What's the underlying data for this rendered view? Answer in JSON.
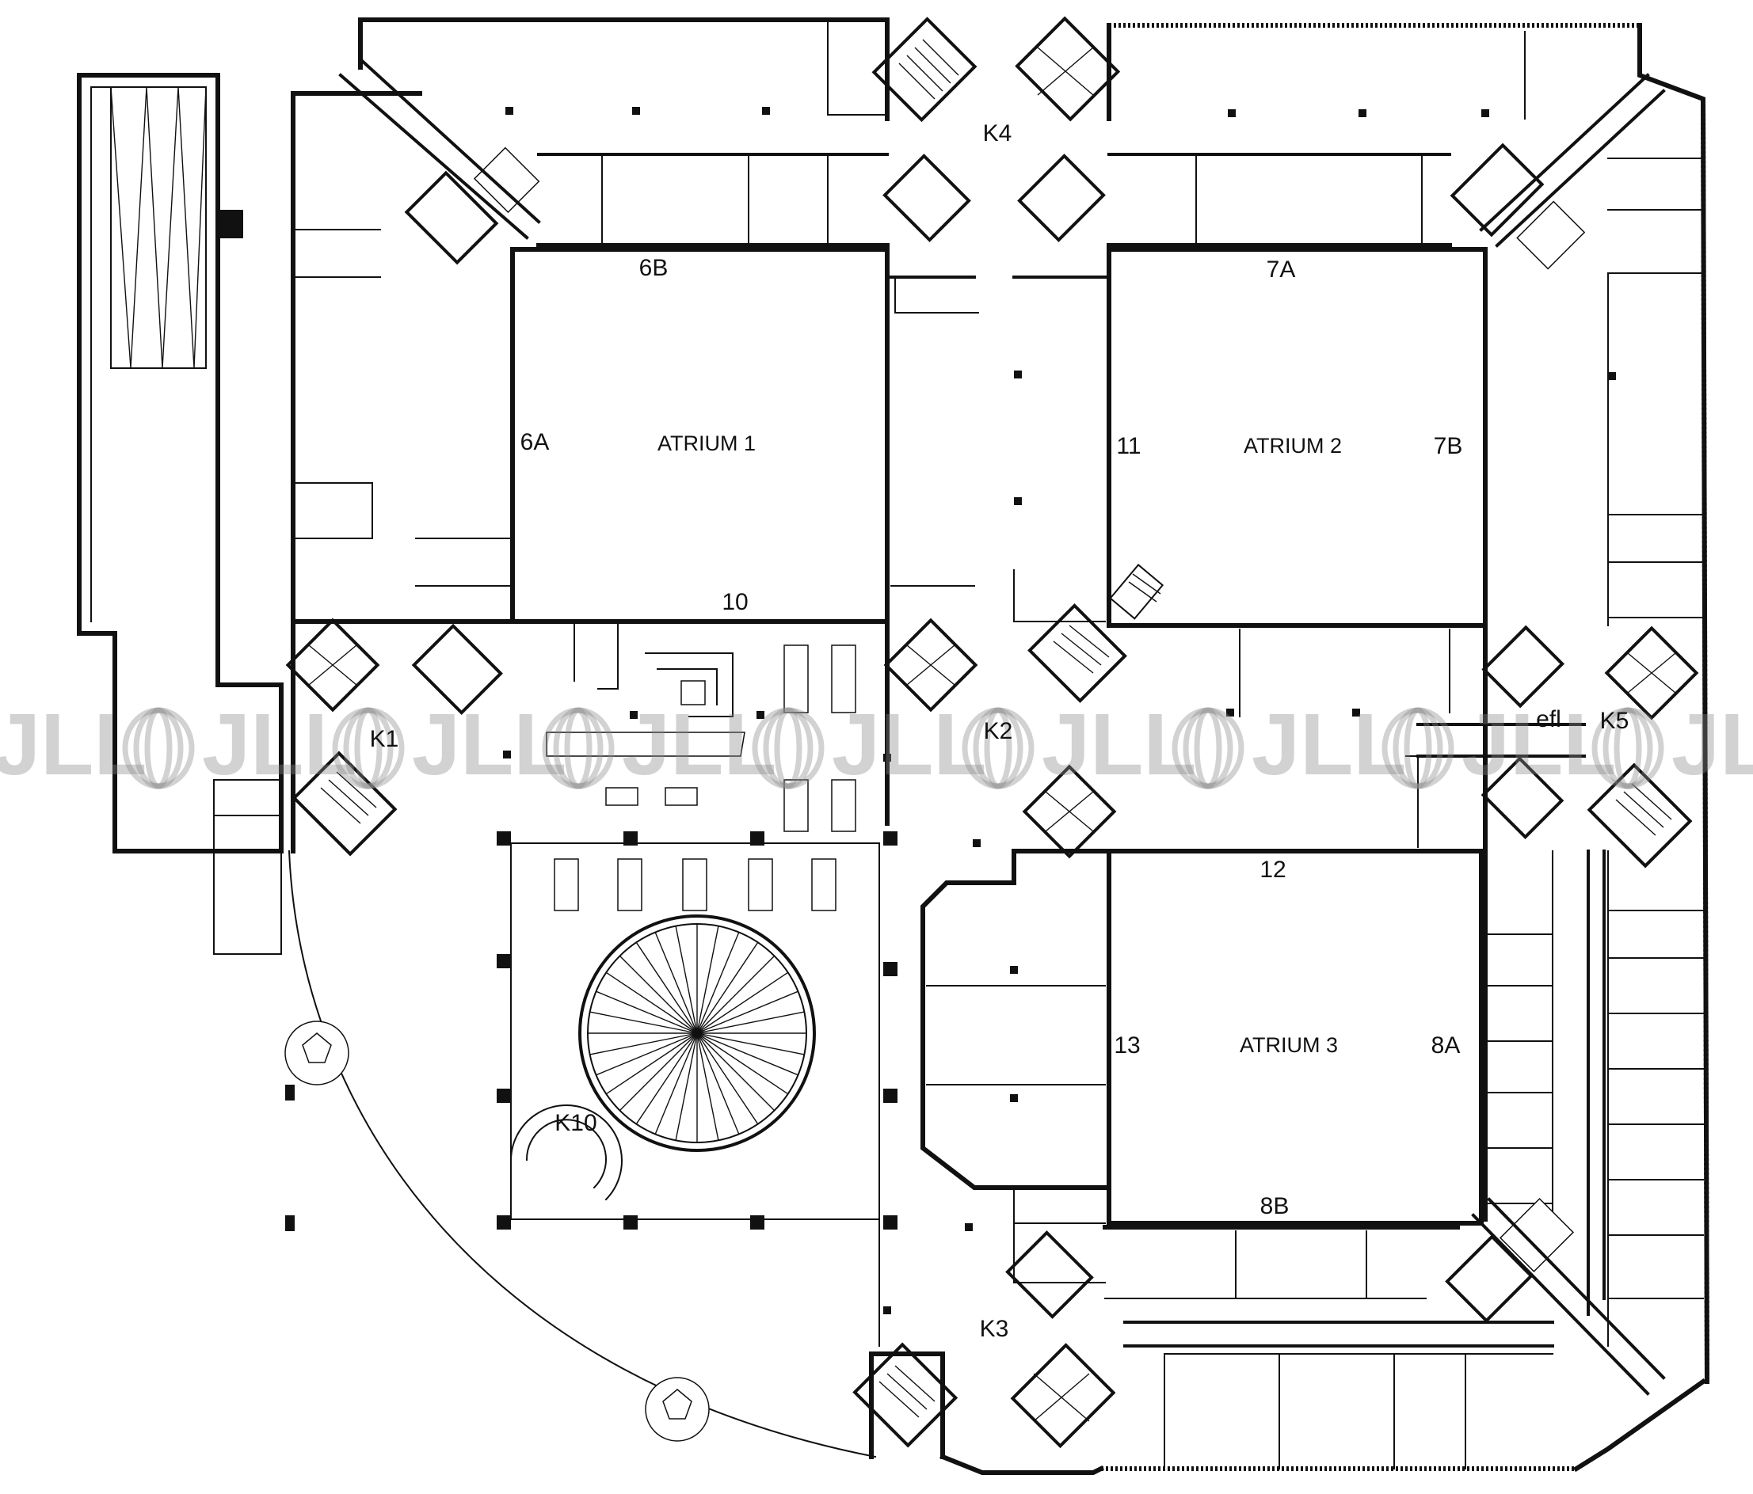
{
  "labels": {
    "zone_6a": "6A",
    "zone_6b": "6B",
    "zone_7a": "7A",
    "zone_7b": "7B",
    "zone_8a": "8A",
    "zone_8b": "8B",
    "zone_10": "10",
    "zone_11": "11",
    "zone_12": "12",
    "zone_13": "13",
    "atrium_1": "ATRIUM 1",
    "atrium_2": "ATRIUM 2",
    "atrium_3": "ATRIUM 3",
    "core_k1": "K1",
    "core_k2": "K2",
    "core_k3": "K3",
    "core_k4": "K4",
    "core_k5": "K5",
    "core_k10": "K10",
    "lift_note": "efl"
  },
  "watermark": {
    "text": "JLL",
    "color": "#8a8a8a"
  },
  "colors": {
    "line": "#111111",
    "background": "#ffffff"
  }
}
